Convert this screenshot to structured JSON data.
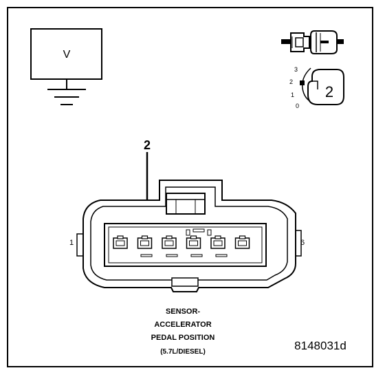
{
  "meter": {
    "mode": "V"
  },
  "probe_connector": {
    "scale_labels": [
      "3",
      "2",
      "1",
      "0"
    ],
    "probe_number": "2"
  },
  "callout": {
    "pin_label": "2"
  },
  "connector": {
    "pin_first": "1",
    "pin_last": "6",
    "cavity_count": 6,
    "highlight_cavity": 2
  },
  "caption": {
    "line1": "SENSOR-",
    "line2": "ACCELERATOR",
    "line3": "PEDAL POSITION",
    "line4": "(5.7L/DIESEL)"
  },
  "figure_id": "8148031d"
}
